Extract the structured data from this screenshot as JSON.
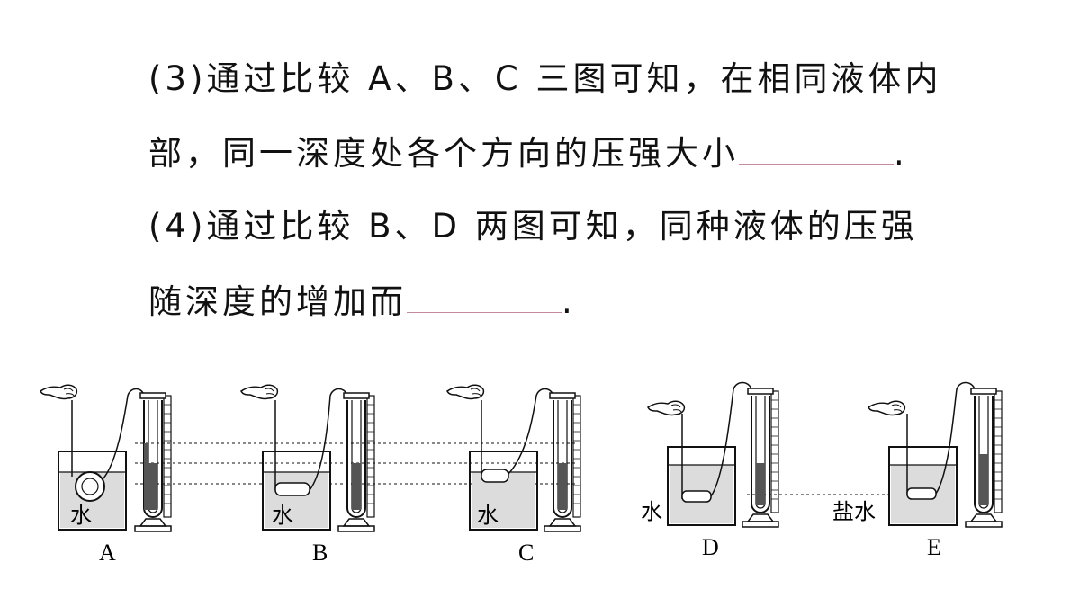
{
  "question": {
    "line1": "(3)通过比较 A、B、C 三图可知，在相同液体内",
    "line2_text": "部，同一深度处各个方向的压强大小",
    "line2_end": ".",
    "line3": "(4)通过比较 B、D 两图可知，同种液体的压强",
    "line4_text": "随深度的增加而",
    "line4_end": "."
  },
  "figure": {
    "labels": [
      "A",
      "B",
      "C",
      "D",
      "E"
    ],
    "liquid_water": "水",
    "liquid_salt_water": "盐水"
  },
  "colors": {
    "ink": "#111111",
    "liquid": "#dcdcdc",
    "blank_line": "#c58aa0"
  }
}
